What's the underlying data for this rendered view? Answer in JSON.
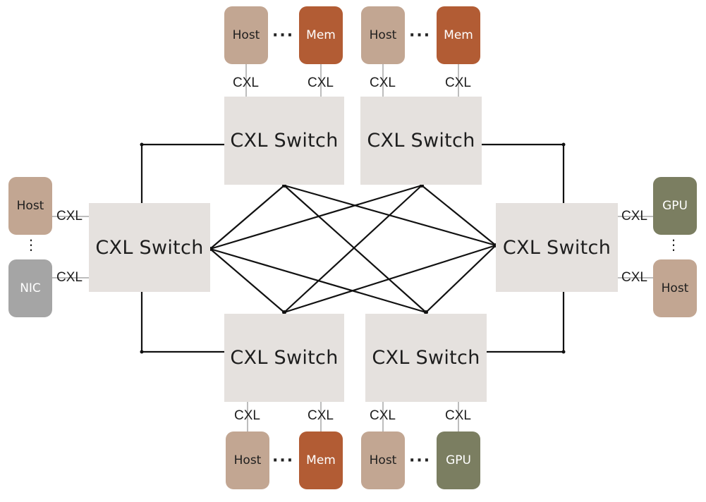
{
  "switch_label": "CXL Switch",
  "link_label": "CXL",
  "ellipsis": "···",
  "vellipsis": "⋮",
  "devices": {
    "top": [
      "Host",
      "Mem",
      "Host",
      "Mem"
    ],
    "bottom": [
      "Host",
      "Mem",
      "Host",
      "GPU"
    ],
    "left": [
      "Host",
      "NIC"
    ],
    "right": [
      "GPU",
      "Host"
    ]
  },
  "colors": {
    "switch": "#e5e1de",
    "host": "#c2a692",
    "mem": "#b25c34",
    "gpu": "#7b7e61",
    "nic": "#a5a5a5",
    "wire": "#111111",
    "link": "#bdbdbd"
  }
}
